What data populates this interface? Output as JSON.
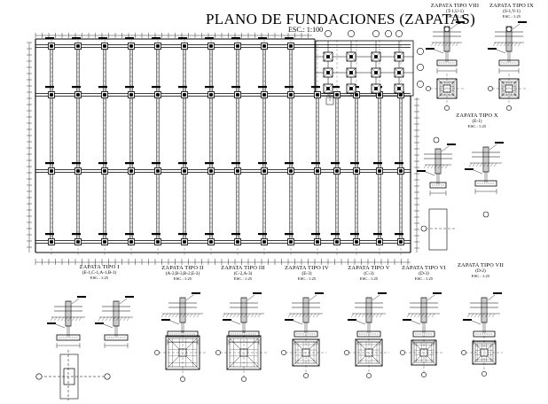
{
  "title": "PLANO DE FUNDACIONES (ZAPATAS)",
  "scale": "ESC.: 1:100",
  "details": [
    {
      "key": "t1",
      "title": "ZAPATA TIPO I",
      "codes": "(E-1,C-1,A-1,B-1)",
      "scale": "ESC.: 1:25"
    },
    {
      "key": "t2",
      "title": "ZAPATA TIPO II",
      "codes": "(A-2,B-3,B-2,E-2)",
      "scale": "ESC.: 1:25"
    },
    {
      "key": "t3",
      "title": "ZAPATA TIPO III",
      "codes": "(C-2,A-3)",
      "scale": "ESC.: 1:25"
    },
    {
      "key": "t4",
      "title": "ZAPATA TIPO IV",
      "codes": "(E-3)",
      "scale": "ESC.: 1:25"
    },
    {
      "key": "t5",
      "title": "ZAPATA TIPO V",
      "codes": "(C-3)",
      "scale": "ESC.: 1:25"
    },
    {
      "key": "t6",
      "title": "ZAPATA TIPO VI",
      "codes": "(D-3)",
      "scale": "ESC.: 1:25"
    },
    {
      "key": "t7",
      "title": "ZAPATA TIPO VII",
      "codes": "(D-2)",
      "scale": "ESC.: 1:25"
    },
    {
      "key": "t8",
      "title": "ZAPATA TIPO VIII",
      "codes": "(T-1,U-1)",
      "scale": "ESC.: 1:25"
    },
    {
      "key": "t9",
      "title": "ZAPATA TIPO IX",
      "codes": "(S-1,V-1)",
      "scale": "ESC.: 1:25"
    },
    {
      "key": "t10",
      "title": "ZAPATA TIPO X",
      "codes": "(E-1)",
      "scale": "ESC.: 1:25"
    }
  ]
}
